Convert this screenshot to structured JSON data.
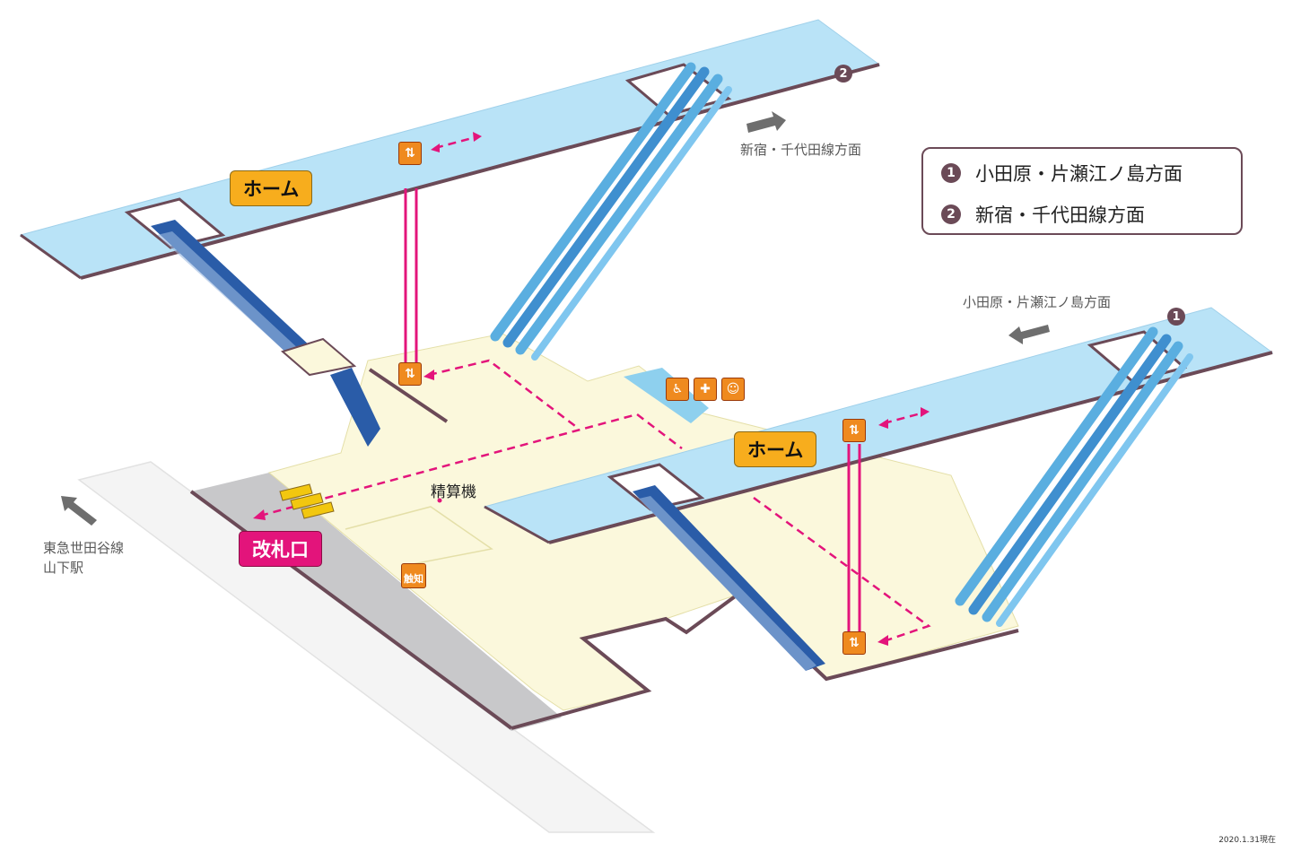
{
  "legend": {
    "items": [
      {
        "num": "1",
        "label": "小田原・片瀬江ノ島方面"
      },
      {
        "num": "2",
        "label": "新宿・千代田線方面"
      }
    ]
  },
  "directions": {
    "upper": "新宿・千代田線方面",
    "lower": "小田原・片瀬江ノ島方面",
    "tokyu_line": "東急世田谷線",
    "tokyu_station": "山下駅"
  },
  "platforms": {
    "label": "ホーム",
    "upper_number": "2",
    "lower_number": "1"
  },
  "concourse": {
    "gate": "改札口",
    "fare_adjust": "精算機",
    "tactile_map": "触知"
  },
  "icons": {
    "elevator": "elevator-icon",
    "accessible_toilet": "wheelchair-icon",
    "ostomate": "ostomate-icon",
    "baby": "baby-care-icon",
    "ticket_gate": "ticket-gate-icon"
  },
  "colors": {
    "platform": "#b9e3f7",
    "concourse": "#fbf8dc",
    "outline": "#6b4a57",
    "route": "#e3147b",
    "elevator_shaft": "#e3147b",
    "escalator": "#5aaee0",
    "stairs": "#2a5ca8",
    "callout": "#f7ad1d",
    "gate_tag": "#e3147b",
    "ground": "#c9c9cb"
  },
  "footer": {
    "date": "2020.1.31現在"
  }
}
